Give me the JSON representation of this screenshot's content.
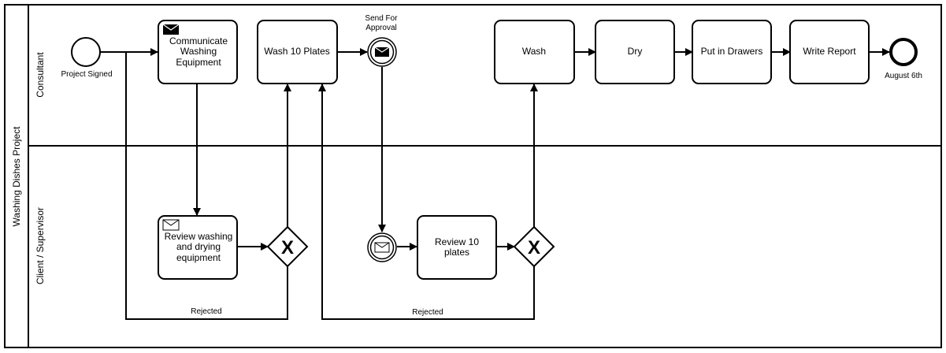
{
  "pool": {
    "label": "Washing Dishes Project"
  },
  "lanes": [
    {
      "label": "Consultant"
    },
    {
      "label": "Client / Supervisor"
    }
  ],
  "events": {
    "start": {
      "label": "Project Signed"
    },
    "send": {
      "label_line1": "Send For",
      "label_line2": "Approval"
    },
    "end": {
      "label": "August 6th"
    }
  },
  "tasks": {
    "communicate": {
      "line1": "Communicate",
      "line2": "Washing",
      "line3": "Equipment"
    },
    "wash10": {
      "line1": "Wash 10 Plates"
    },
    "wash": {
      "line1": "Wash"
    },
    "dry": {
      "line1": "Dry"
    },
    "drawers": {
      "line1": "Put in Drawers"
    },
    "report": {
      "line1": "Write Report"
    },
    "review_equip": {
      "line1": "Review washing",
      "line2": "and drying",
      "line3": "equipment"
    },
    "review_plates": {
      "line1": "Review 10",
      "line2": "plates"
    }
  },
  "flows": {
    "rejected1": "Rejected",
    "rejected2": "Rejected"
  },
  "gateway_symbol": "X"
}
